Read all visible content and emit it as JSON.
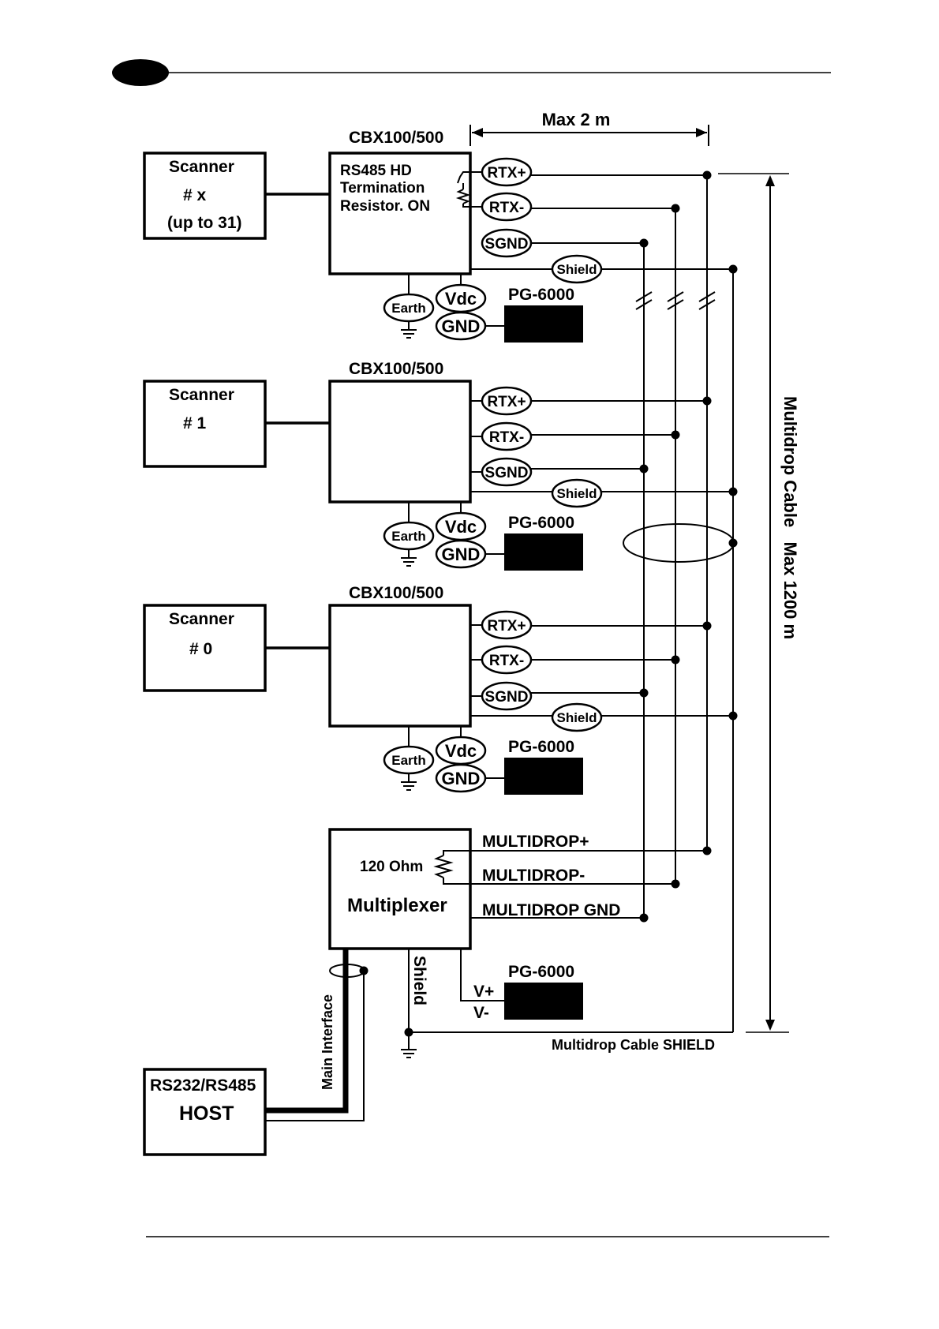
{
  "header": {
    "page_number": ""
  },
  "dimensions": {
    "short_cable": "Max 2 m",
    "bus_length": "Multidrop Cable   Max 1200 m"
  },
  "scanners": [
    {
      "id": "scanner-x",
      "lines": [
        "Scanner",
        "# x",
        "(up to 31)"
      ]
    },
    {
      "id": "scanner-1",
      "lines": [
        "Scanner",
        "# 1"
      ]
    },
    {
      "id": "scanner-0",
      "lines": [
        "Scanner",
        "# 0"
      ]
    }
  ],
  "cbx": {
    "label": "CBX100/500",
    "termination": [
      "RS485 HD",
      "Termination",
      "Resistor. ON"
    ]
  },
  "terminals": {
    "rtx_plus": "RTX+",
    "rtx_minus": "RTX-",
    "sgnd": "SGND",
    "shield": "Shield",
    "earth": "Earth",
    "vdc": "Vdc",
    "gnd": "GND"
  },
  "power_supply": {
    "label": "PG-6000",
    "v_plus": "V+",
    "v_minus": "V-"
  },
  "multiplexer": {
    "resistor": "120 Ohm",
    "label": "Multiplexer",
    "outputs": [
      "MULTIDROP+",
      "MULTIDROP-",
      "MULTIDROP GND"
    ],
    "shield": "Shield"
  },
  "host": {
    "lines": [
      "RS232/RS485",
      "HOST"
    ],
    "interface": "Main Interface"
  },
  "cable_shield": "Multidrop Cable SHIELD",
  "colors": {
    "ink": "#000000",
    "paper": "#ffffff"
  }
}
